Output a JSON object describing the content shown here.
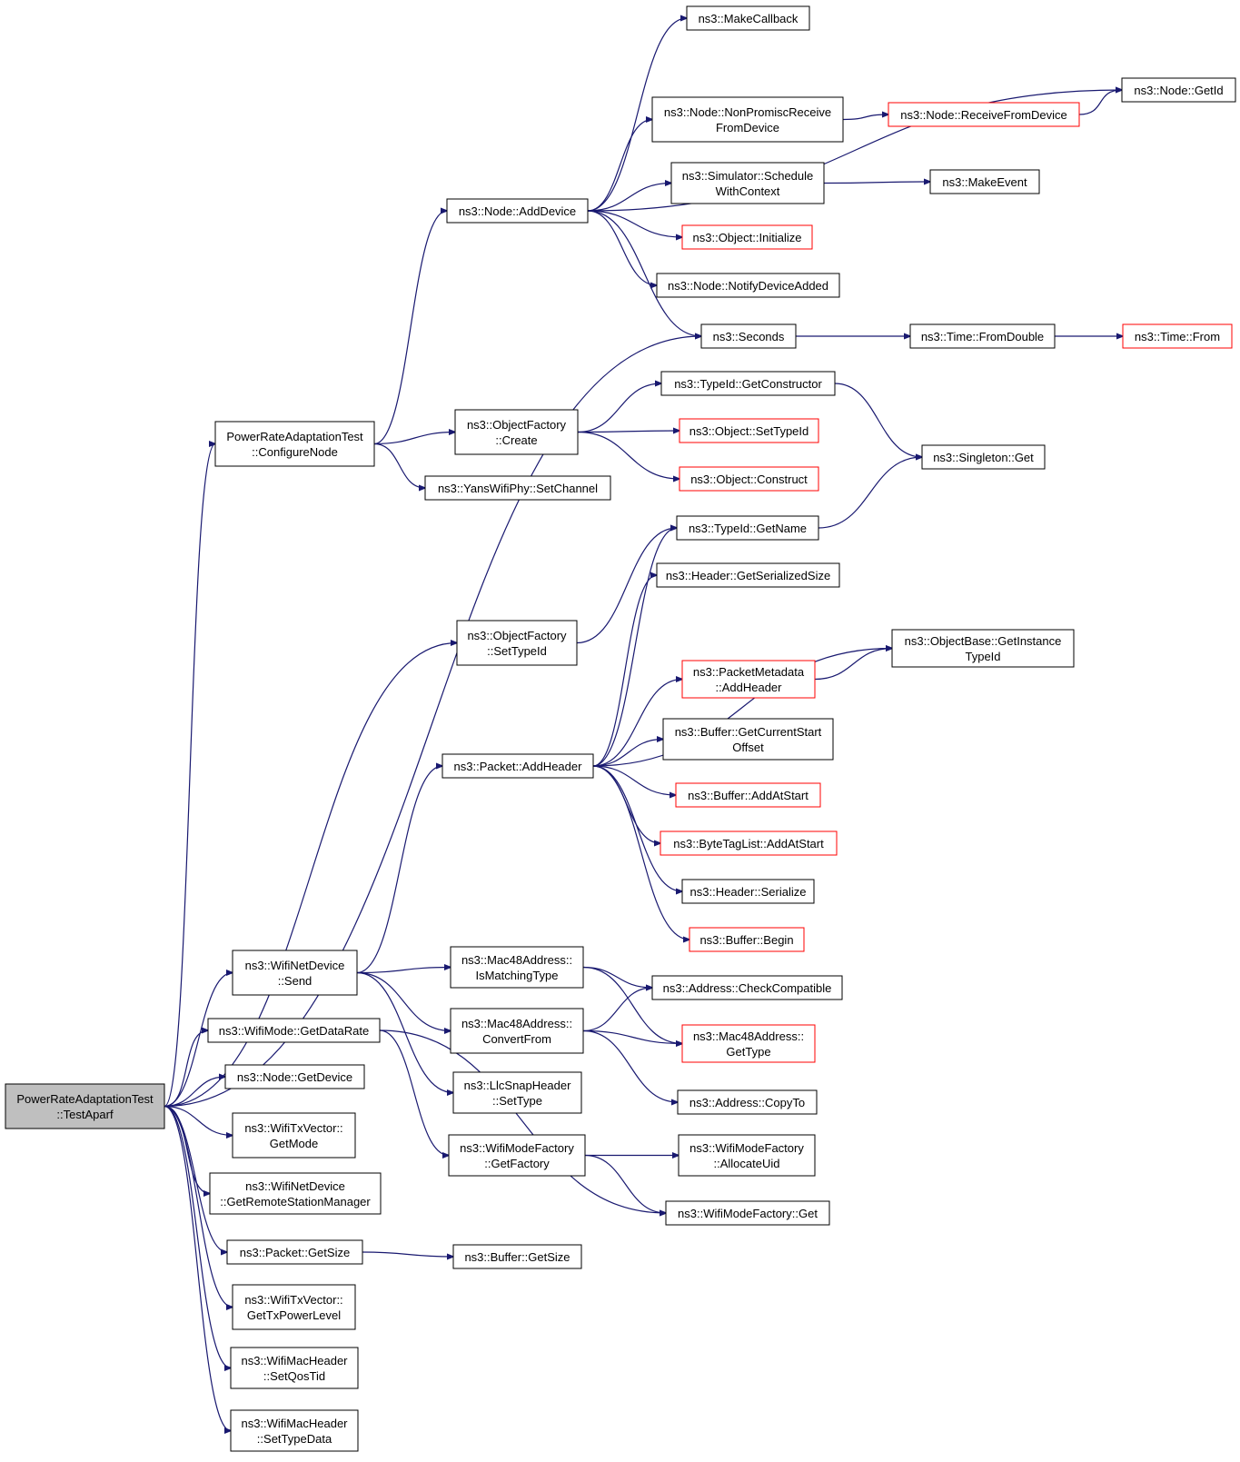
{
  "colors": {
    "edge": "#191970",
    "red_border": "#ff0000",
    "root_fill": "#bfbfbf",
    "border": "#000000"
  },
  "nodes": [
    {
      "id": "root",
      "lines": [
        "PowerRateAdaptationTest",
        "::TestAparf"
      ],
      "style": "root"
    },
    {
      "id": "configureNode",
      "lines": [
        "PowerRateAdaptationTest",
        "::ConfigureNode"
      ]
    },
    {
      "id": "addDevice",
      "lines": [
        "ns3::Node::AddDevice"
      ]
    },
    {
      "id": "makeCallback",
      "lines": [
        "ns3::MakeCallback"
      ]
    },
    {
      "id": "nodeGetId",
      "lines": [
        "ns3::Node::GetId"
      ]
    },
    {
      "id": "nonPromisc",
      "lines": [
        "ns3::Node::NonPromiscReceive",
        "FromDevice"
      ]
    },
    {
      "id": "receiveFromDevice",
      "lines": [
        "ns3::Node::ReceiveFromDevice"
      ],
      "style": "red"
    },
    {
      "id": "scheduleWithContext",
      "lines": [
        "ns3::Simulator::Schedule",
        "WithContext"
      ]
    },
    {
      "id": "makeEvent",
      "lines": [
        "ns3::MakeEvent"
      ]
    },
    {
      "id": "objectInitialize",
      "lines": [
        "ns3::Object::Initialize"
      ],
      "style": "red"
    },
    {
      "id": "notifyDeviceAdded",
      "lines": [
        "ns3::Node::NotifyDeviceAdded"
      ]
    },
    {
      "id": "seconds",
      "lines": [
        "ns3::Seconds"
      ]
    },
    {
      "id": "fromDouble",
      "lines": [
        "ns3::Time::FromDouble"
      ]
    },
    {
      "id": "timeFrom",
      "lines": [
        "ns3::Time::From"
      ],
      "style": "red"
    },
    {
      "id": "getConstructor",
      "lines": [
        "ns3::TypeId::GetConstructor"
      ]
    },
    {
      "id": "ofCreate",
      "lines": [
        "ns3::ObjectFactory",
        "::Create"
      ]
    },
    {
      "id": "objSetTypeId",
      "lines": [
        "ns3::Object::SetTypeId"
      ],
      "style": "red"
    },
    {
      "id": "singletonGet",
      "lines": [
        "ns3::Singleton::Get"
      ]
    },
    {
      "id": "objConstruct",
      "lines": [
        "ns3::Object::Construct"
      ],
      "style": "red"
    },
    {
      "id": "setChannel",
      "lines": [
        "ns3::YansWifiPhy::SetChannel"
      ]
    },
    {
      "id": "getName",
      "lines": [
        "ns3::TypeId::GetName"
      ]
    },
    {
      "id": "getSerializedSize",
      "lines": [
        "ns3::Header::GetSerializedSize"
      ]
    },
    {
      "id": "ofSetTypeId",
      "lines": [
        "ns3::ObjectFactory",
        "::SetTypeId"
      ]
    },
    {
      "id": "getInstanceTypeId",
      "lines": [
        "ns3::ObjectBase::GetInstance",
        "TypeId"
      ]
    },
    {
      "id": "pmAddHeader",
      "lines": [
        "ns3::PacketMetadata",
        "::AddHeader"
      ],
      "style": "red"
    },
    {
      "id": "getCurrentStartOffset",
      "lines": [
        "ns3::Buffer::GetCurrentStart",
        "Offset"
      ]
    },
    {
      "id": "packetAddHeader",
      "lines": [
        "ns3::Packet::AddHeader"
      ]
    },
    {
      "id": "bufferAddAtStart",
      "lines": [
        "ns3::Buffer::AddAtStart"
      ],
      "style": "red"
    },
    {
      "id": "byteTagAddAtStart",
      "lines": [
        "ns3::ByteTagList::AddAtStart"
      ],
      "style": "red"
    },
    {
      "id": "headerSerialize",
      "lines": [
        "ns3::Header::Serialize"
      ]
    },
    {
      "id": "bufferBegin",
      "lines": [
        "ns3::Buffer::Begin"
      ],
      "style": "red"
    },
    {
      "id": "wndSend",
      "lines": [
        "ns3::WifiNetDevice",
        "::Send"
      ]
    },
    {
      "id": "isMatchingType",
      "lines": [
        "ns3::Mac48Address::",
        "IsMatchingType"
      ]
    },
    {
      "id": "checkCompatible",
      "lines": [
        "ns3::Address::CheckCompatible"
      ]
    },
    {
      "id": "getDataRate",
      "lines": [
        "ns3::WifiMode::GetDataRate"
      ]
    },
    {
      "id": "convertFrom",
      "lines": [
        "ns3::Mac48Address::",
        "ConvertFrom"
      ]
    },
    {
      "id": "macGetType",
      "lines": [
        "ns3::Mac48Address::",
        "GetType"
      ],
      "style": "red"
    },
    {
      "id": "nodeGetDevice",
      "lines": [
        "ns3::Node::GetDevice"
      ]
    },
    {
      "id": "llcSetType",
      "lines": [
        "ns3::LlcSnapHeader",
        "::SetType"
      ]
    },
    {
      "id": "copyTo",
      "lines": [
        "ns3::Address::CopyTo"
      ]
    },
    {
      "id": "txGetMode",
      "lines": [
        "ns3::WifiTxVector::",
        "GetMode"
      ]
    },
    {
      "id": "wmfGetFactory",
      "lines": [
        "ns3::WifiModeFactory",
        "::GetFactory"
      ]
    },
    {
      "id": "allocateUid",
      "lines": [
        "ns3::WifiModeFactory",
        "::AllocateUid"
      ]
    },
    {
      "id": "getRemoteStationManager",
      "lines": [
        "ns3::WifiNetDevice",
        "::GetRemoteStationManager"
      ]
    },
    {
      "id": "wmfGet",
      "lines": [
        "ns3::WifiModeFactory::Get"
      ]
    },
    {
      "id": "packetGetSize",
      "lines": [
        "ns3::Packet::GetSize"
      ]
    },
    {
      "id": "bufferGetSize",
      "lines": [
        "ns3::Buffer::GetSize"
      ]
    },
    {
      "id": "getTxPowerLevel",
      "lines": [
        "ns3::WifiTxVector::",
        "GetTxPowerLevel"
      ]
    },
    {
      "id": "setQosTid",
      "lines": [
        "ns3::WifiMacHeader",
        "::SetQosTid"
      ]
    },
    {
      "id": "setTypeData",
      "lines": [
        "ns3::WifiMacHeader",
        "::SetTypeData"
      ]
    }
  ],
  "edges": [
    [
      "root",
      "configureNode"
    ],
    [
      "root",
      "seconds"
    ],
    [
      "root",
      "ofSetTypeId"
    ],
    [
      "root",
      "wndSend"
    ],
    [
      "root",
      "getDataRate"
    ],
    [
      "root",
      "nodeGetDevice"
    ],
    [
      "root",
      "txGetMode"
    ],
    [
      "root",
      "getRemoteStationManager"
    ],
    [
      "root",
      "packetGetSize"
    ],
    [
      "root",
      "getTxPowerLevel"
    ],
    [
      "root",
      "setQosTid"
    ],
    [
      "root",
      "setTypeData"
    ],
    [
      "configureNode",
      "addDevice"
    ],
    [
      "configureNode",
      "ofCreate"
    ],
    [
      "configureNode",
      "setChannel"
    ],
    [
      "addDevice",
      "makeCallback"
    ],
    [
      "addDevice",
      "nodeGetId"
    ],
    [
      "addDevice",
      "nonPromisc"
    ],
    [
      "addDevice",
      "scheduleWithContext"
    ],
    [
      "addDevice",
      "objectInitialize"
    ],
    [
      "addDevice",
      "notifyDeviceAdded"
    ],
    [
      "addDevice",
      "seconds"
    ],
    [
      "nonPromisc",
      "receiveFromDevice"
    ],
    [
      "receiveFromDevice",
      "nodeGetId"
    ],
    [
      "scheduleWithContext",
      "makeEvent"
    ],
    [
      "seconds",
      "fromDouble"
    ],
    [
      "fromDouble",
      "timeFrom"
    ],
    [
      "ofCreate",
      "getConstructor"
    ],
    [
      "ofCreate",
      "objSetTypeId"
    ],
    [
      "ofCreate",
      "objConstruct"
    ],
    [
      "getConstructor",
      "singletonGet"
    ],
    [
      "getName",
      "singletonGet"
    ],
    [
      "ofSetTypeId",
      "getName"
    ],
    [
      "packetAddHeader",
      "getName"
    ],
    [
      "packetAddHeader",
      "getSerializedSize"
    ],
    [
      "packetAddHeader",
      "getInstanceTypeId"
    ],
    [
      "packetAddHeader",
      "pmAddHeader"
    ],
    [
      "packetAddHeader",
      "getCurrentStartOffset"
    ],
    [
      "packetAddHeader",
      "bufferAddAtStart"
    ],
    [
      "packetAddHeader",
      "byteTagAddAtStart"
    ],
    [
      "packetAddHeader",
      "headerSerialize"
    ],
    [
      "packetAddHeader",
      "bufferBegin"
    ],
    [
      "pmAddHeader",
      "getInstanceTypeId"
    ],
    [
      "wndSend",
      "packetAddHeader"
    ],
    [
      "wndSend",
      "isMatchingType"
    ],
    [
      "wndSend",
      "convertFrom"
    ],
    [
      "wndSend",
      "llcSetType"
    ],
    [
      "isMatchingType",
      "checkCompatible"
    ],
    [
      "isMatchingType",
      "macGetType"
    ],
    [
      "convertFrom",
      "checkCompatible"
    ],
    [
      "convertFrom",
      "macGetType"
    ],
    [
      "convertFrom",
      "copyTo"
    ],
    [
      "getDataRate",
      "wmfGetFactory"
    ],
    [
      "getDataRate",
      "wmfGet"
    ],
    [
      "wmfGetFactory",
      "allocateUid"
    ],
    [
      "wmfGetFactory",
      "wmfGet"
    ],
    [
      "packetGetSize",
      "bufferGetSize"
    ]
  ]
}
